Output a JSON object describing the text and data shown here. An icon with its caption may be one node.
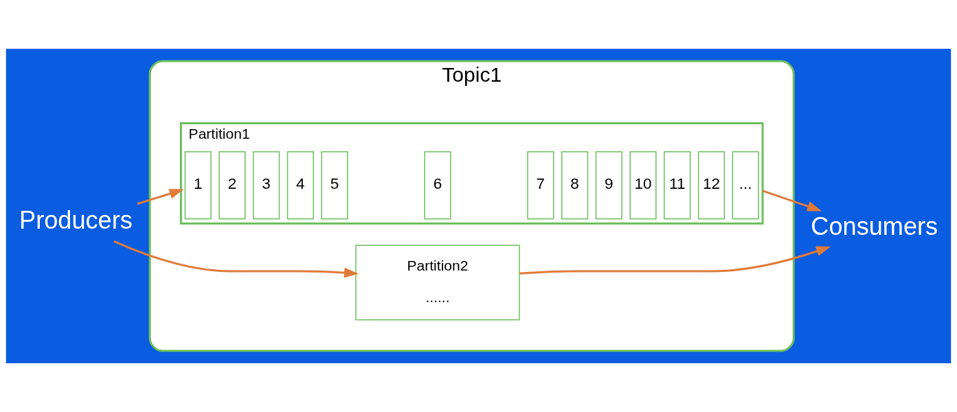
{
  "diagram": {
    "nodes": [
      {
        "text": [
          "Producers"
        ]
      },
      {
        "text": [
          "Topic1"
        ]
      },
      {
        "text": [
          "Partition1"
        ],
        "in": 1
      },
      {
        "text": [
          "1"
        ],
        "in": 2
      },
      {
        "text": [
          "2"
        ],
        "in": 2
      },
      {
        "text": [
          "3"
        ],
        "in": 2
      },
      {
        "text": [
          "4"
        ],
        "in": 2
      },
      {
        "text": [
          "5"
        ],
        "in": 2
      },
      {
        "text": [
          "6"
        ],
        "in": 2
      },
      {
        "text": [
          "7"
        ],
        "in": 2
      },
      {
        "text": [
          "8"
        ],
        "in": 2
      },
      {
        "text": [
          "9"
        ],
        "in": 2
      },
      {
        "text": [
          "10"
        ],
        "in": 2
      },
      {
        "text": [
          "11"
        ],
        "in": 2
      },
      {
        "text": [
          "12"
        ],
        "in": 2
      },
      {
        "text": [
          "..."
        ],
        "in": 2
      },
      {
        "text": [
          "Partition2",
          "......"
        ],
        "in": 1
      },
      {
        "text": [
          "Consumers"
        ]
      }
    ],
    "edges": [
      {
        "from": 0,
        "to": 2,
        "arrow": "to"
      },
      {
        "from": 0,
        "to": 16,
        "arrow": "to"
      },
      {
        "from": 2,
        "to": 17,
        "arrow": "to"
      },
      {
        "from": 16,
        "to": 17,
        "arrow": "to"
      }
    ]
  }
}
